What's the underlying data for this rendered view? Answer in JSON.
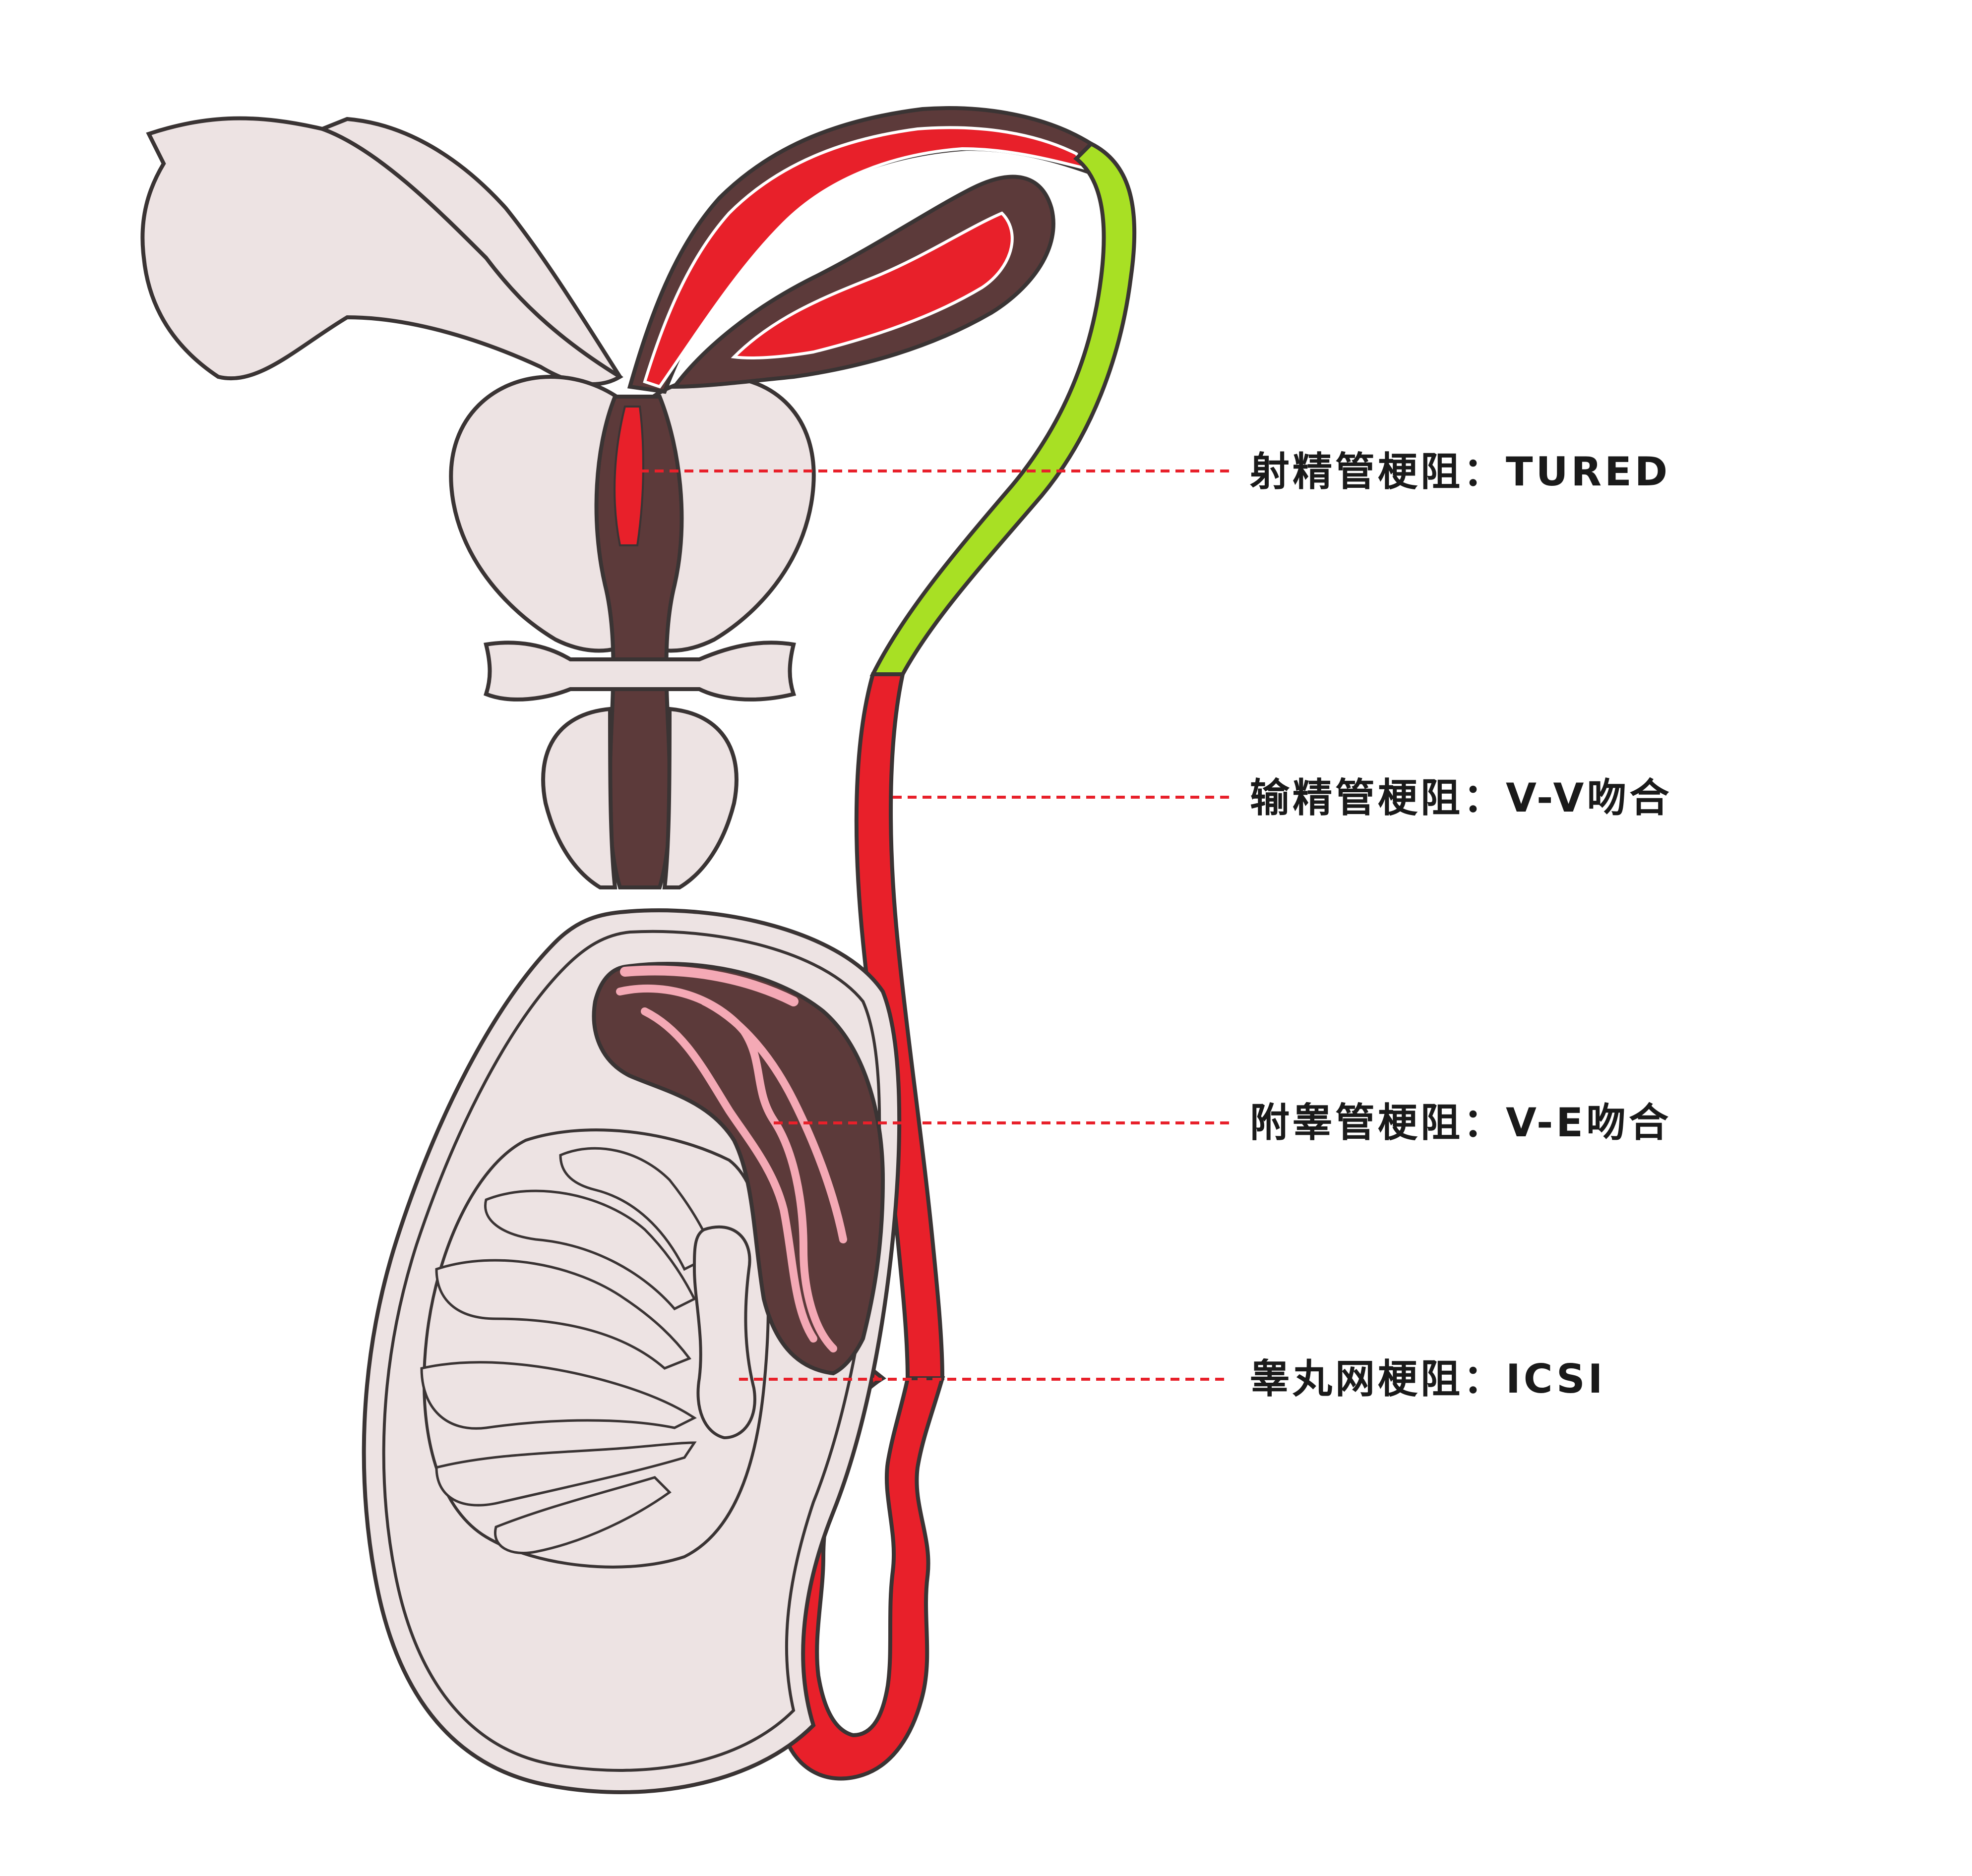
{
  "labels": {
    "ejaculatory_duct": "射精管梗阻：TURED",
    "vas_deferens": "输精管梗阻：V-V吻合",
    "epididymis": "附睾管梗阻：V-E吻合",
    "rete_testis": "睾丸网梗阻：ICSI"
  },
  "colors": {
    "tissue": "#ede3e3",
    "outline": "#3a3434",
    "duct_red": "#e8202a",
    "dark_tissue": "#5c3a3a",
    "vas_green": "#a8e024",
    "epididymis_pink": "#f4a9b5",
    "leader_line": "#e8202a"
  }
}
